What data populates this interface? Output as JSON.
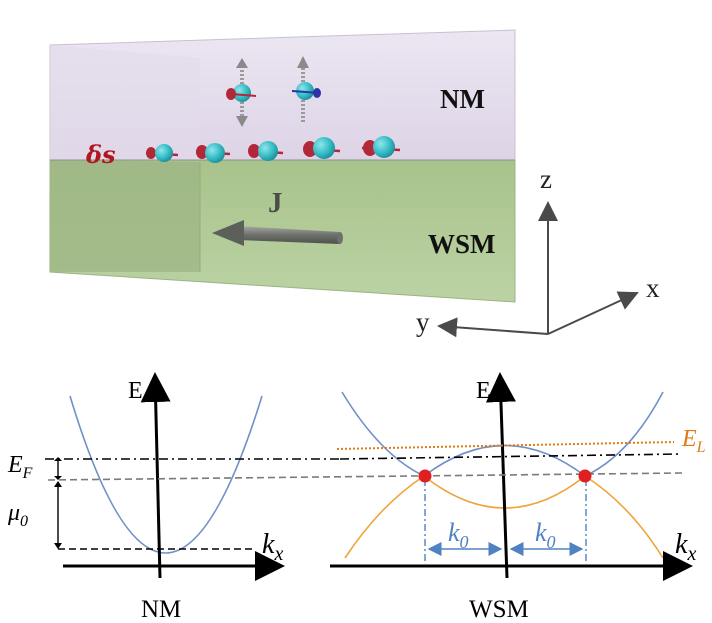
{
  "colors": {
    "nm_fill": "#e7dfee",
    "nm_side": "#d9d0e3",
    "wsm_fill": "#b3cc97",
    "wsm_side": "#9eb987",
    "box_edge": "#b8b8b8",
    "ds_red": "#b1151f",
    "electron": "#3ac3cc",
    "spin_red": "#b32838",
    "spin_blue": "#2d34a8",
    "current_arrow": "#7c7f7a",
    "axis_black": "#000000",
    "band_blue": "#7090c8",
    "band_orange": "#f0a33a",
    "el_orange": "#e07a15",
    "dashed_gray": "#7a7a7a",
    "node_red": "#e02020",
    "k0_blue": "#4f82c3"
  },
  "top": {
    "ds_label": "δs",
    "nm_label": "NM",
    "wsm_label": "WSM",
    "current_label": "J",
    "axes": {
      "z": "z",
      "x": "x",
      "y": "y"
    }
  },
  "bottom_left": {
    "e_label": "E",
    "ef_label": "E",
    "ef_sub": "F",
    "mu_label": "μ",
    "mu_sub": "0",
    "kx_label": "k",
    "kx_sub": "x",
    "caption": "NM"
  },
  "bottom_right": {
    "e_label": "E",
    "el_label": "E",
    "el_sub": "L",
    "k0_left": "k",
    "k0_right": "k",
    "k0_sub": "0",
    "kx_label": "k",
    "kx_sub": "x",
    "caption": "WSM"
  }
}
